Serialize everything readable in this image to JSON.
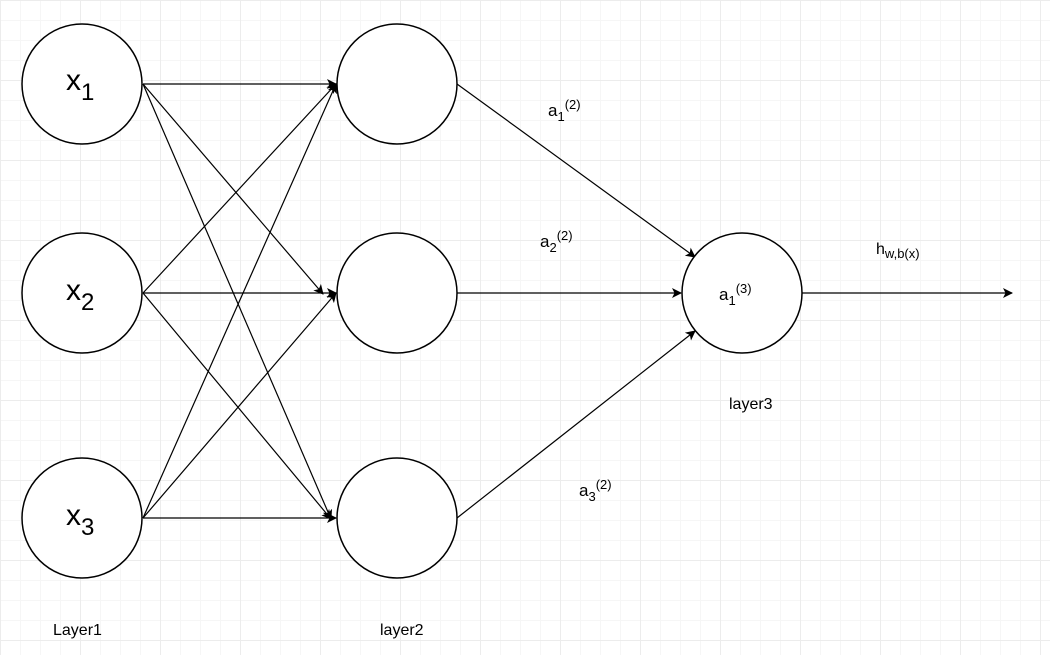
{
  "nodes": {
    "x1": {
      "base": "x",
      "sub": "1"
    },
    "x2": {
      "base": "x",
      "sub": "2"
    },
    "x3": {
      "base": "x",
      "sub": "3"
    },
    "h1": {},
    "h2": {},
    "h3": {},
    "out": {
      "base": "a",
      "sub": "1",
      "sup": "(3)"
    }
  },
  "edge_labels": {
    "a1": {
      "base": "a",
      "sub": "1",
      "sup": "(2)"
    },
    "a2": {
      "base": "a",
      "sub": "2",
      "sup": "(2)"
    },
    "a3": {
      "base": "a",
      "sub": "3",
      "sup": "(2)"
    },
    "h": {
      "base": "h",
      "sub": "w,b(x)"
    }
  },
  "layers": {
    "layer1": "Layer1",
    "layer2": "layer2",
    "layer3": "layer3"
  },
  "colors": {
    "stroke": "#000000",
    "fill": "#ffffff",
    "grid": "#ececec"
  }
}
